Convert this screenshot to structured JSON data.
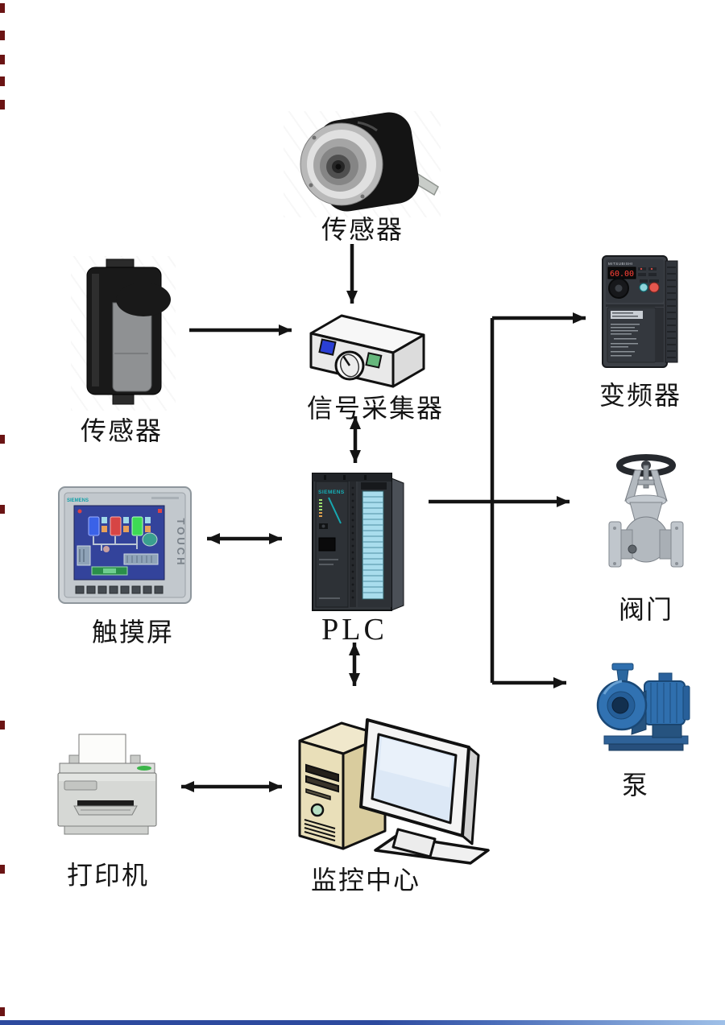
{
  "diagram": {
    "type": "plc-control-system-block-diagram",
    "nodes": {
      "encoder_sensor": {
        "label": "传感器"
      },
      "box_sensor": {
        "label": "传感器"
      },
      "signal_collector": {
        "label": "信号采集器"
      },
      "plc": {
        "label": "PLC",
        "brand": "SIEMENS"
      },
      "touch_screen": {
        "label": "触摸屏",
        "brand": "SIEMENS",
        "side_text": "TOUCH"
      },
      "vfd": {
        "label": "变频器",
        "brand": "MITSUBISHI",
        "display_value": "60.00"
      },
      "valve": {
        "label": "阀门"
      },
      "pump": {
        "label": "泵"
      },
      "printer": {
        "label": "打印机"
      },
      "monitoring_center": {
        "label": "监控中心"
      }
    },
    "edges": [
      {
        "from": "encoder_sensor",
        "to": "signal_collector",
        "direction": "one-way"
      },
      {
        "from": "box_sensor",
        "to": "signal_collector",
        "direction": "one-way"
      },
      {
        "from": "signal_collector",
        "to": "plc",
        "direction": "two-way"
      },
      {
        "from": "touch_screen",
        "to": "plc",
        "direction": "two-way"
      },
      {
        "from": "plc",
        "to": "vfd",
        "direction": "one-way"
      },
      {
        "from": "plc",
        "to": "valve",
        "direction": "one-way"
      },
      {
        "from": "plc",
        "to": "pump",
        "direction": "one-way"
      },
      {
        "from": "plc",
        "to": "monitoring_center",
        "direction": "two-way"
      },
      {
        "from": "monitoring_center",
        "to": "printer",
        "direction": "two-way"
      }
    ],
    "colors": {
      "arrow": "#141414",
      "label": "#151515",
      "plc_terminal_strip": "#a9dded",
      "siemens_teal": "#12a0a8",
      "vfd_display_red": "#ff4136",
      "hmi_screen_blue": "#33439b",
      "pump_blue": "#2f6fae",
      "bottom_bar_blue": "#2d4a9e"
    }
  }
}
